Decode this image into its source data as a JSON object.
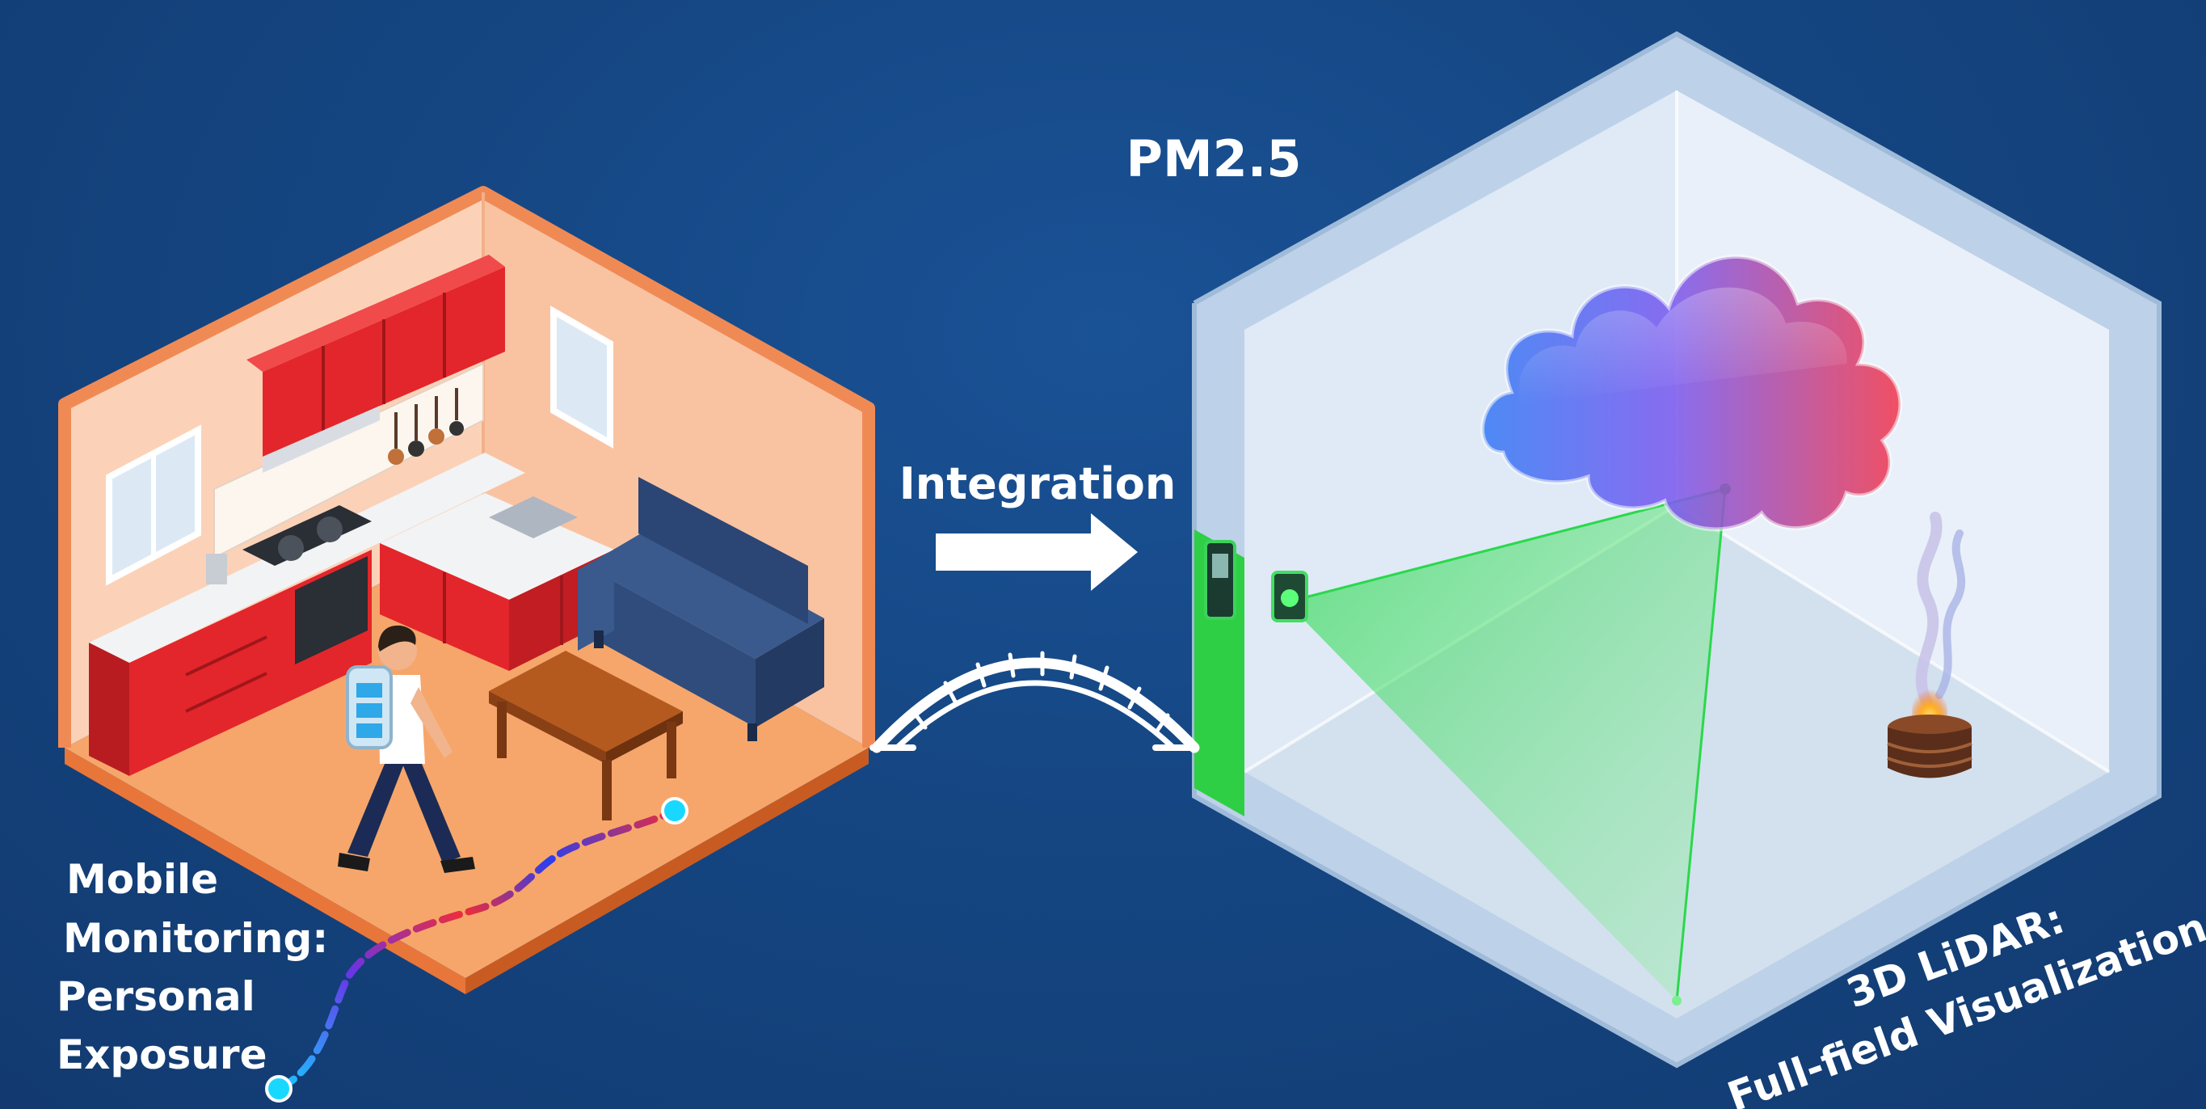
{
  "labels": {
    "pollutant": "PM2.5",
    "integration": "Integration",
    "mobile": [
      "Mobile",
      "Monitoring:",
      "Personal",
      "Exposure"
    ],
    "lidar": [
      "3D LiDAR:",
      "Full-field Visualization"
    ]
  },
  "colors": {
    "background": "#154682",
    "room_floor": "#f6a66b",
    "room_wall": "#fbd2b8",
    "cabinet_red": "#e3262b",
    "sofa": "#2f4c7c",
    "lidar_beam": "#3ddc5a",
    "path_red": "#ef2b3a",
    "path_blue": "#2a3ef0",
    "node_cyan": "#19d8ff"
  }
}
